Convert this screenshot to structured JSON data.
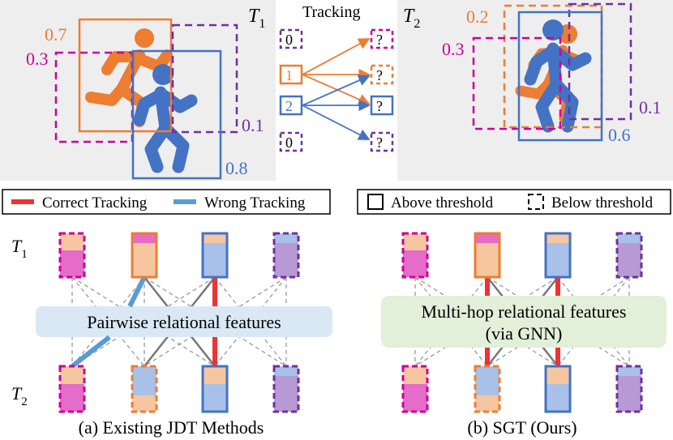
{
  "top": {
    "left_frame": {
      "label": "T",
      "sub": "1",
      "scores": [
        "0.7",
        "0.3",
        "0.1",
        "0.8"
      ]
    },
    "middle": {
      "title": "Tracking",
      "left_ids": [
        "0",
        "1",
        "2",
        "0"
      ],
      "right_ids": [
        "?",
        "?",
        "?",
        "?"
      ]
    },
    "right_frame": {
      "label": "T",
      "sub": "2",
      "scores": [
        "0.2",
        "0.3",
        "0.1",
        "0.6"
      ]
    }
  },
  "legend_left": {
    "correct": "Correct Tracking",
    "wrong": "Wrong Tracking"
  },
  "legend_right": {
    "above": "Above threshold",
    "below": "Below threshold"
  },
  "panel_a": {
    "t1_label": "T",
    "t1_sub": "1",
    "t2_label": "T",
    "t2_sub": "2",
    "feature_label": "Pairwise relational features",
    "caption": "(a) Existing JDT Methods"
  },
  "panel_b": {
    "feature_label_1": "Multi-hop relational features",
    "feature_label_2": "(via GNN)",
    "caption": "(b) SGT (Ours)"
  },
  "colors": {
    "orange": "#ED7D31",
    "blue": "#4472C4",
    "magenta": "#CC0099",
    "purple": "#7030A0",
    "red": "#EE3333",
    "lightblue": "#5B9BD5",
    "gray_bg": "#EEEEEE",
    "blue_box": "#DAE8F5",
    "green_box": "#E2EFD9"
  }
}
